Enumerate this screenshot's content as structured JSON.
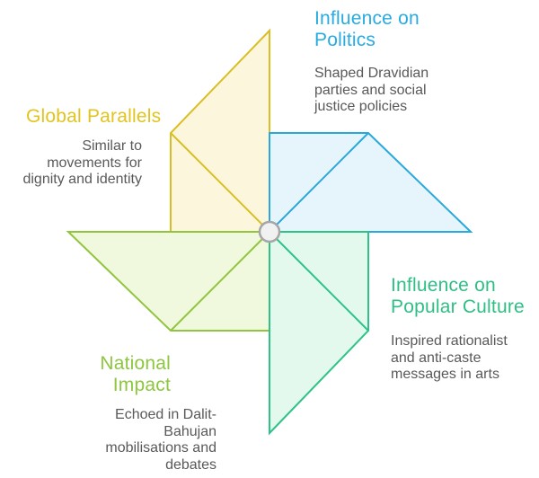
{
  "diagram": {
    "type": "pinwheel",
    "background_color": "#FFFFFF",
    "center_hub": {
      "fill_color": "#F1F1F1",
      "stroke_color": "#A6A6A6"
    },
    "blades": {
      "global_parallels": {
        "position": "upper-left",
        "title": "Global Parallels",
        "description": "Similar to\nmovements for\ndignity and identity",
        "title_color": "#E2C41F",
        "stroke_color": "#D9BF25",
        "fill_color": "#FBF6DC"
      },
      "influence_on_politics": {
        "position": "upper-right",
        "title": "Influence on\nPolitics",
        "description": "Shaped Dravidian\nparties and social\njustice policies",
        "title_color": "#29ABE2",
        "stroke_color": "#29A8DC",
        "fill_color": "#E6F4FB"
      },
      "influence_on_popular_culture": {
        "position": "lower-right",
        "title": "Influence on\nPopular Culture",
        "description": "Inspired rationalist\nand anti-caste\nmessages in arts",
        "title_color": "#2FBF85",
        "stroke_color": "#2EC286",
        "fill_color": "#E3F9EE"
      },
      "national_impact": {
        "position": "lower-left",
        "title": "National\nImpact",
        "description": "Echoed in Dalit-\nBahujan\nmobilisations and\ndebates",
        "title_color": "#8DC63F",
        "stroke_color": "#92C53F",
        "fill_color": "#F0F8DD"
      }
    },
    "description_text_color": "#58595B"
  }
}
